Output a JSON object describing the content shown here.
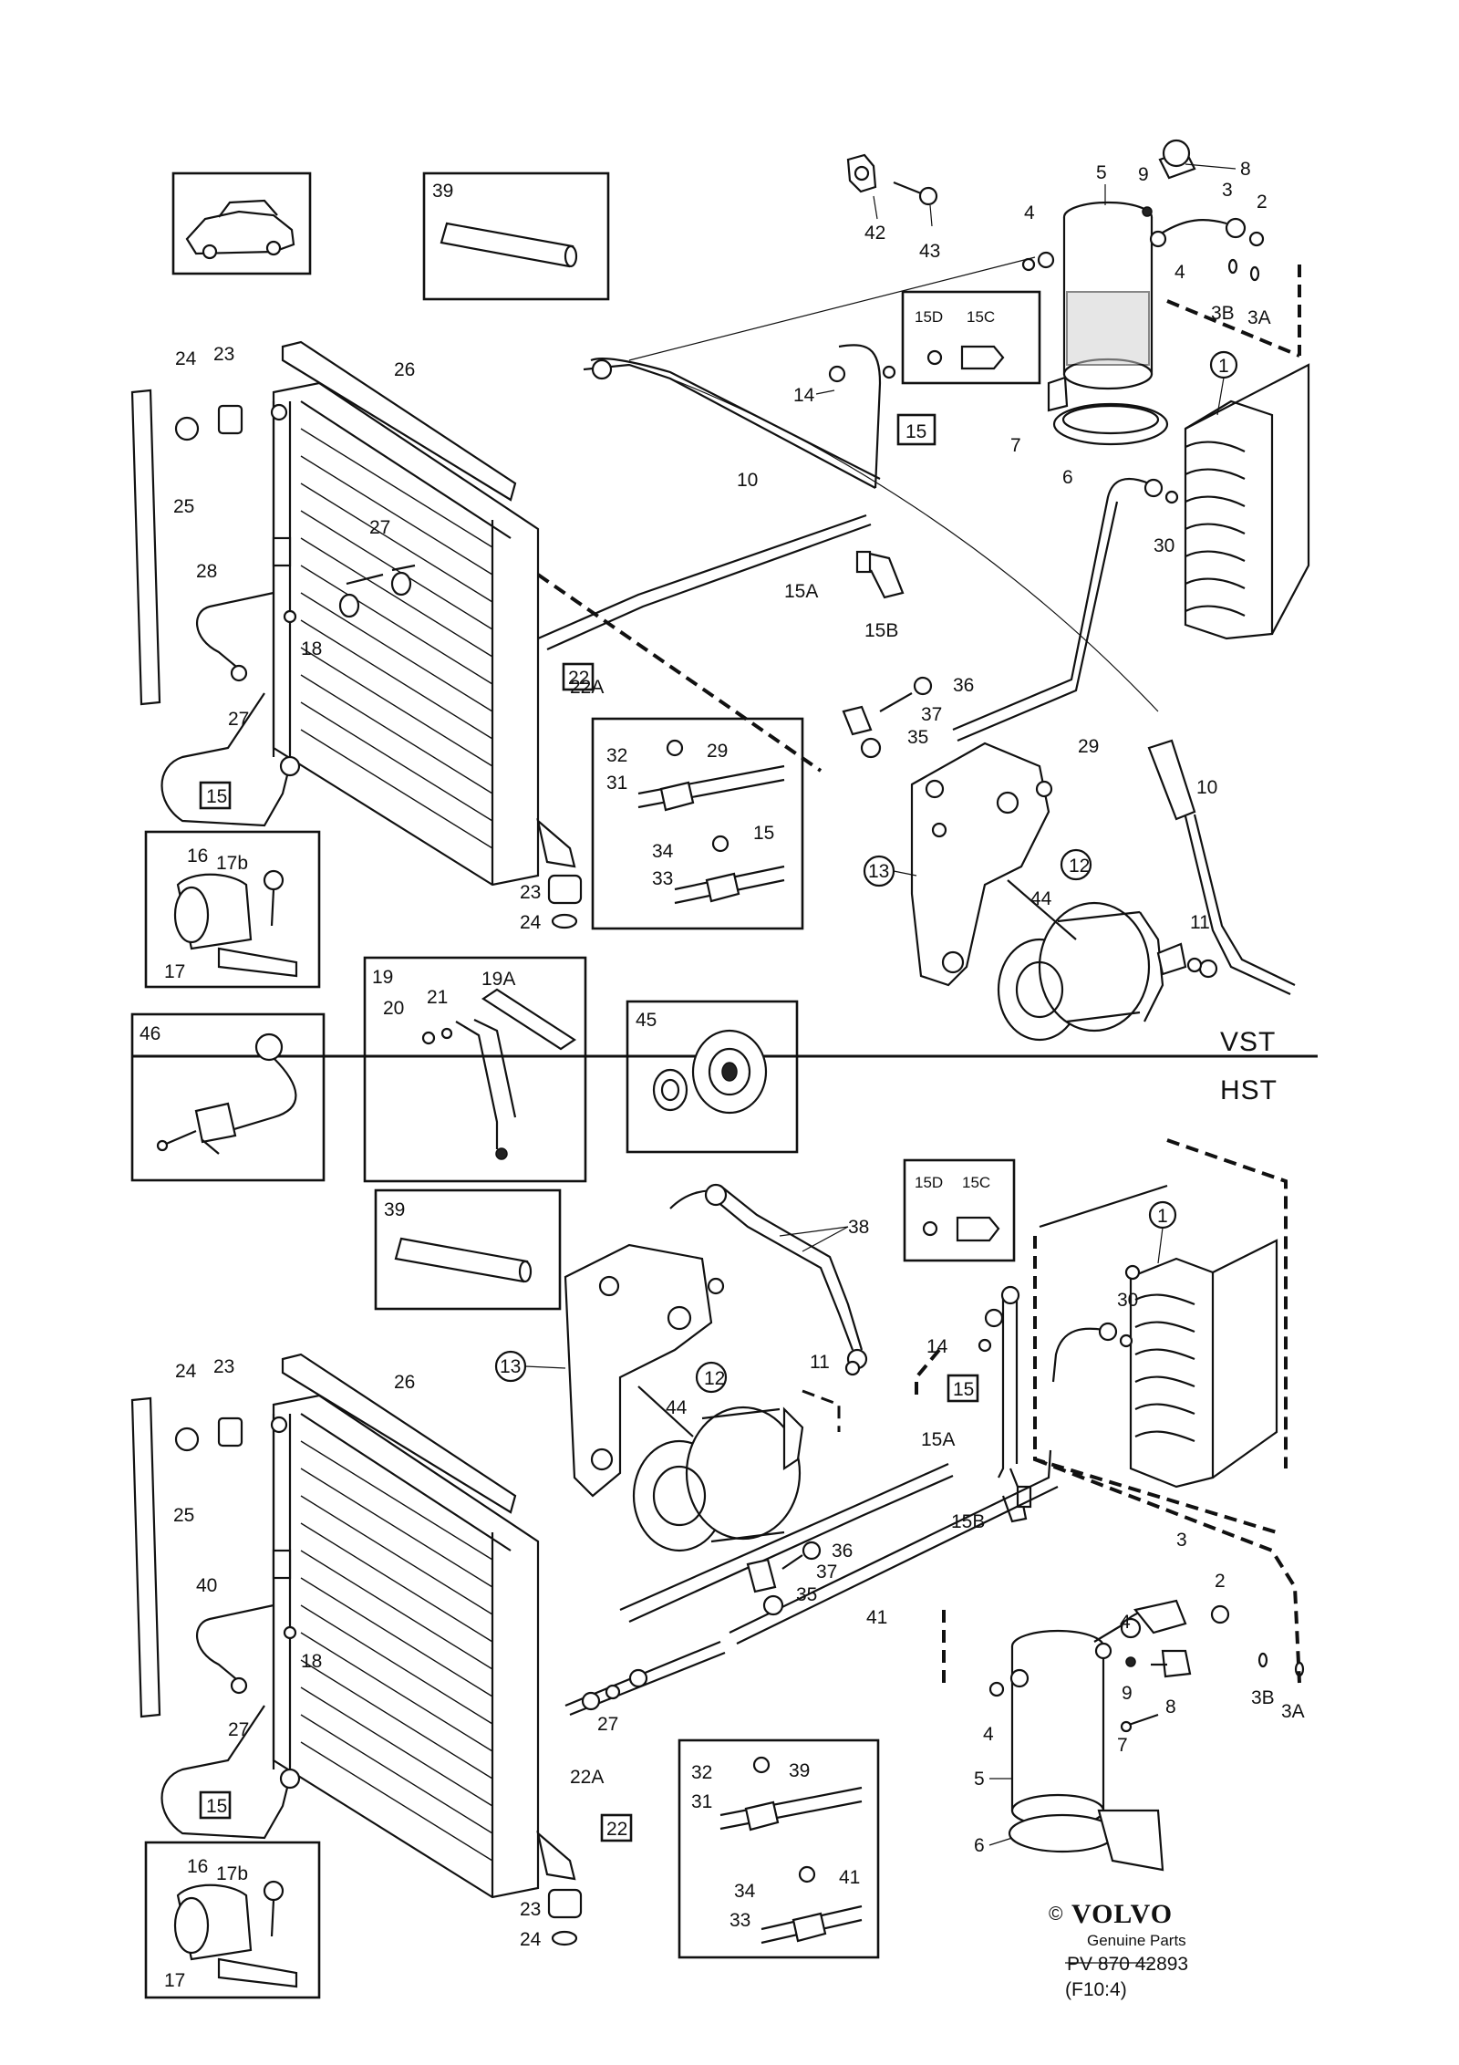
{
  "diagram": {
    "labels": {
      "vst": "VST",
      "hst": "HST",
      "p1": "1",
      "p2": "2",
      "p3": "3",
      "p3a": "3A",
      "p3b": "3B",
      "p4": "4",
      "p5": "5",
      "p6": "6",
      "p7": "7",
      "p8": "8",
      "p9": "9",
      "p10": "10",
      "p11": "11",
      "p12": "12",
      "p13": "13",
      "p14": "14",
      "p15": "15",
      "p15a": "15A",
      "p15b": "15B",
      "p15c": "15C",
      "p15d": "15D",
      "p16": "16",
      "p17": "17",
      "p17b": "17b",
      "p18": "18",
      "p19": "19",
      "p19a": "19A",
      "p20": "20",
      "p21": "21",
      "p22": "22",
      "p22a": "22A",
      "p23": "23",
      "p24": "24",
      "p25": "25",
      "p26": "26",
      "p27": "27",
      "p28": "28",
      "p29": "29",
      "p30": "30",
      "p31": "31",
      "p32": "32",
      "p33": "33",
      "p34": "34",
      "p35": "35",
      "p36": "36",
      "p37": "37",
      "p38": "38",
      "p39": "39",
      "p40": "40",
      "p41": "41",
      "p42": "42",
      "p43": "43",
      "p44": "44",
      "p45": "45",
      "p46": "46"
    },
    "footer": {
      "copyright": "©",
      "brand": "VOLVO",
      "subtitle": "Genuine Parts",
      "ref": "PV 870 42893",
      "code": "(F10:4)"
    }
  }
}
